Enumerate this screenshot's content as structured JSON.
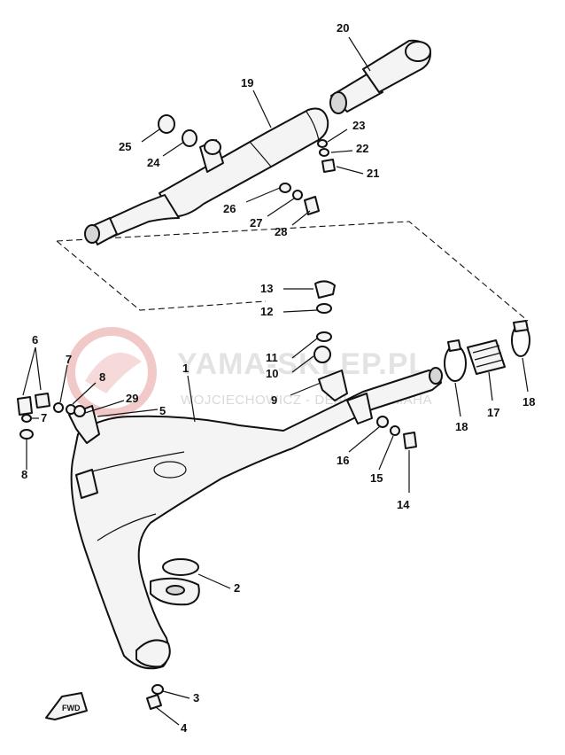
{
  "watermark": {
    "brand": "YAMA-SKLEP.PL",
    "tagline": "WOJCIECHOWICZ - DEALER YAMAHA"
  },
  "callouts": {
    "c1": "1",
    "c2": "2",
    "c3": "3",
    "c4": "4",
    "c5": "5",
    "c6": "6",
    "c7a": "7",
    "c7b": "7",
    "c8a": "8",
    "c8b": "8",
    "c9": "9",
    "c10": "10",
    "c11": "11",
    "c12": "12",
    "c13": "13",
    "c14": "14",
    "c15": "15",
    "c16": "16",
    "c17": "17",
    "c18a": "18",
    "c18b": "18",
    "c19": "19",
    "c20": "20",
    "c21": "21",
    "c22": "22",
    "c23": "23",
    "c24": "24",
    "c25": "25",
    "c26": "26",
    "c27": "27",
    "c28": "28",
    "c29": "29"
  },
  "fwd_marker": "FWD"
}
